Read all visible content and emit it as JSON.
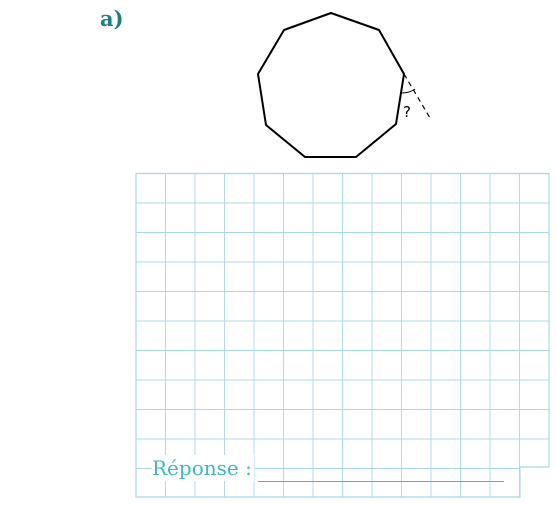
{
  "exercise": {
    "label": "a)"
  },
  "figure": {
    "shape": "regular nonagon",
    "sides": 9,
    "angle_mark": "?"
  },
  "answer": {
    "label": "Réponse :"
  },
  "colors": {
    "label": "#1b7f86",
    "grid": "#a8d8e8",
    "answer": "#3fb6cc"
  }
}
